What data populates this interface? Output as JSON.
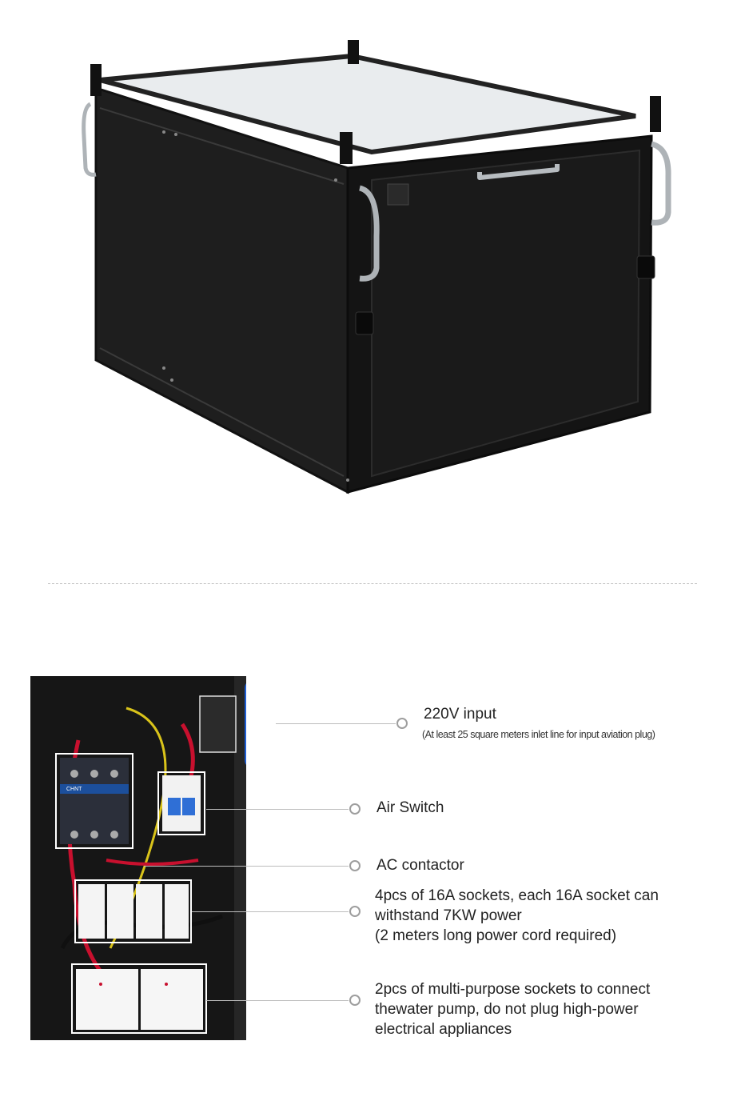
{
  "cabinet_image": {
    "description_icon": "black-metal-cabinet-with-handles"
  },
  "panel_image": {
    "description_icon": "electrical-control-panel"
  },
  "callouts": [
    {
      "title": "220V input",
      "subtitle": "(At least 25 square meters inlet line for input aviation plug)"
    },
    {
      "title": "Air Switch"
    },
    {
      "title": "AC contactor"
    },
    {
      "lines": [
        "4pcs of 16A sockets, each 16A socket can",
        "withstand 7KW power",
        "(2 meters long power cord required)"
      ]
    },
    {
      "lines": [
        "2pcs of multi-purpose sockets to connect",
        "thewater pump, do not plug high-power",
        "electrical appliances"
      ]
    }
  ],
  "panel_labels": {
    "contactor_brand": "CHNT"
  },
  "colors": {
    "leader_line": "#bdbdbd",
    "dot_border": "#9e9e9e",
    "cabinet": "#1a1a1a",
    "plug_blue": "#1f5fd6"
  }
}
